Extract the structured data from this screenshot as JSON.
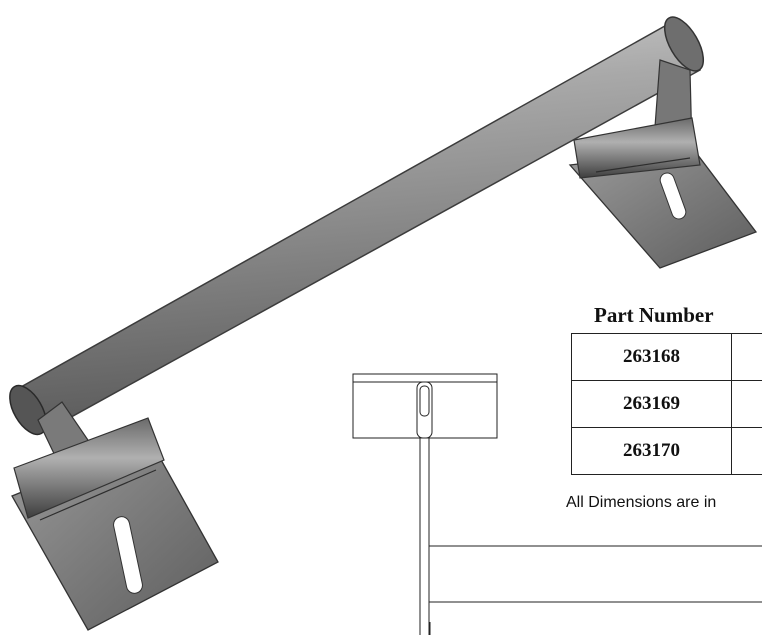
{
  "table": {
    "header": "Part Number",
    "rows": [
      {
        "part_number": "263168"
      },
      {
        "part_number": "263169"
      },
      {
        "part_number": "263170"
      }
    ]
  },
  "note": "All Dimensions are in"
}
